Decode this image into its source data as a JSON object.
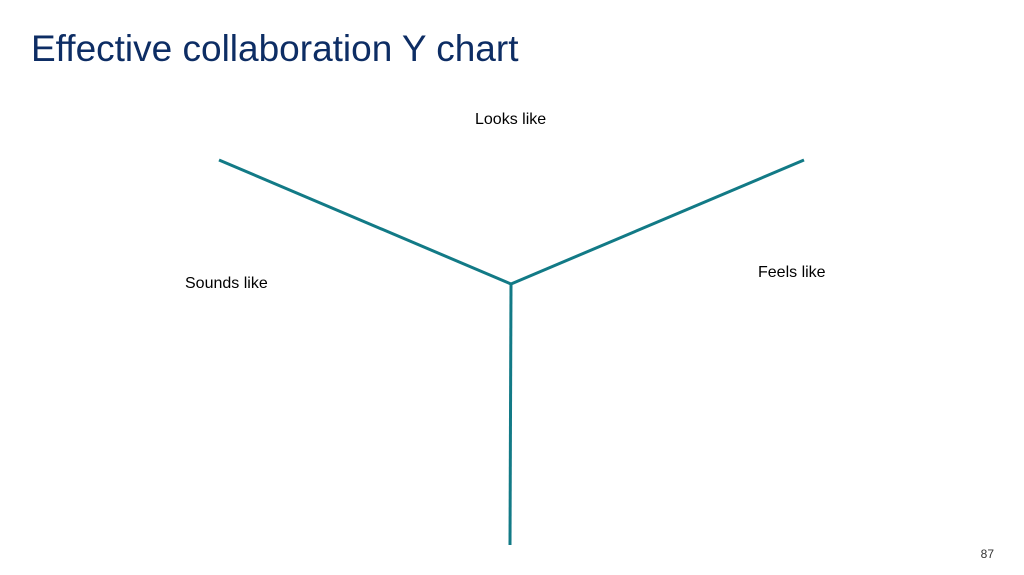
{
  "slide": {
    "title": "Effective collaboration Y chart",
    "page_number": "87"
  },
  "ychart": {
    "line_color": "#127a86",
    "title_color": "#0d2d64",
    "labels": {
      "looks_like": "Looks like",
      "sounds_like": "Sounds like",
      "feels_like": "Feels like"
    }
  }
}
